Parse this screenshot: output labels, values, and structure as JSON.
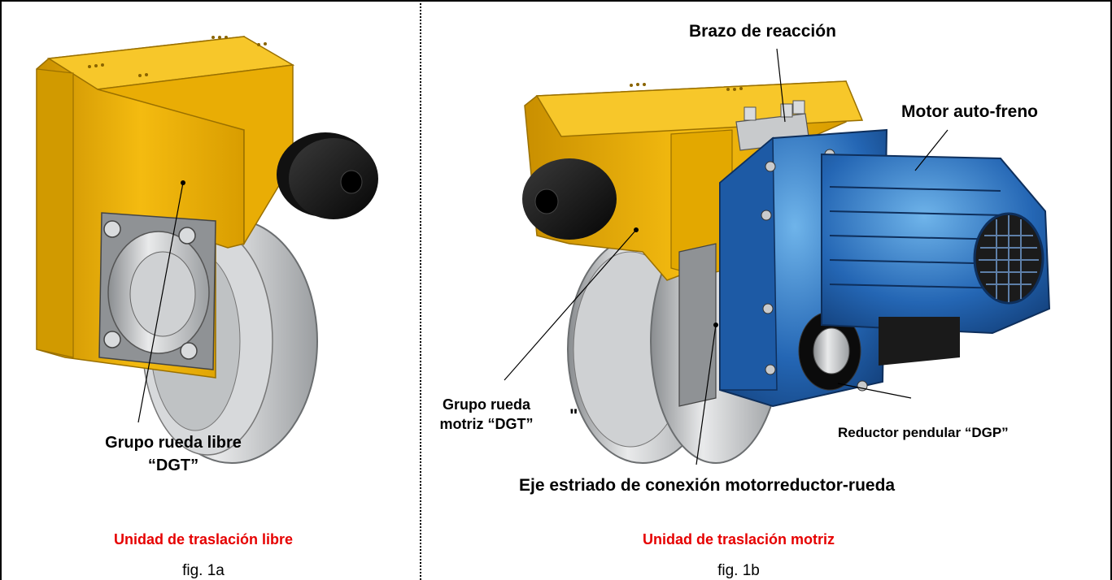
{
  "left_panel": {
    "label_line1": "Grupo rueda libre",
    "label_line2": "“DGT”",
    "caption": "Unidad de traslación libre",
    "fig": "fig. 1a"
  },
  "right_panel": {
    "brazo": "Brazo de reacción",
    "motor": "Motor auto-freno",
    "grupo_line1": "Grupo rueda",
    "grupo_line2": "motriz “DGT”",
    "stray_quote": "\"",
    "reductor": "Reductor pendular “DGP”",
    "eje": "Eje estriado de conexión motorreductor-rueda",
    "caption": "Unidad de traslación motriz",
    "fig": "fig. 1b"
  },
  "colors": {
    "frame_yellow": "#f2b705",
    "motor_blue": "#1f5fae",
    "caption_red": "#e60000"
  }
}
